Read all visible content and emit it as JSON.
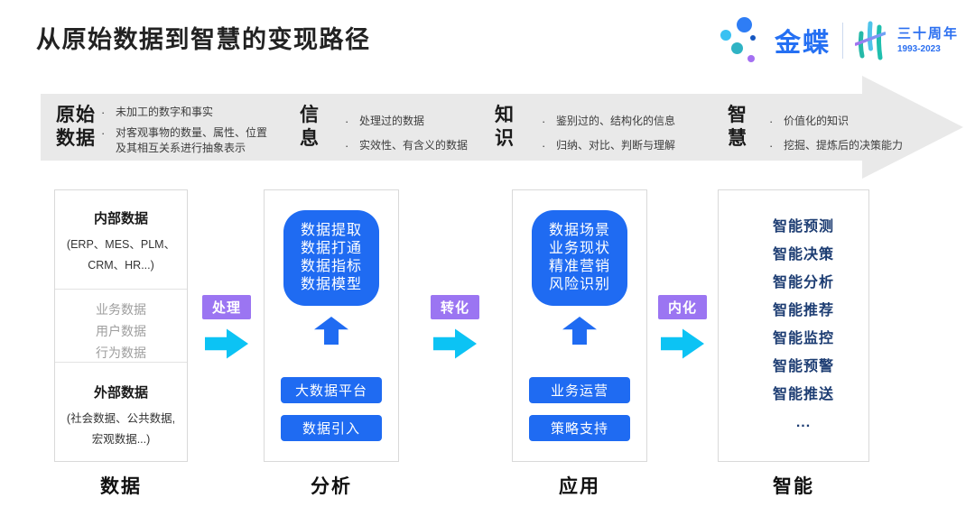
{
  "page": {
    "title": "从原始数据到智慧的变现路径"
  },
  "logo": {
    "brand": "金蝶",
    "anniversary": "三十周年",
    "years": "1993-2023"
  },
  "ui": {
    "bullet": "·"
  },
  "banner": {
    "stages": [
      {
        "l1": "原始",
        "l2": "数据",
        "bullets": [
          "未加工的数字和事实",
          "对客观事物的数量、属性、位置及其相互关系进行抽象表示"
        ]
      },
      {
        "l1": "信",
        "l2": "息",
        "bullets": [
          "处理过的数据",
          "实效性、有含义的数据"
        ]
      },
      {
        "l1": "知",
        "l2": "识",
        "bullets": [
          "鉴别过的、结构化的信息",
          "归纳、对比、判断与理解"
        ]
      },
      {
        "l1": "智",
        "l2": "慧",
        "bullets": [
          "价值化的知识",
          "挖掘、提炼后的决策能力"
        ]
      }
    ]
  },
  "connectors": [
    {
      "label": "处理"
    },
    {
      "label": "转化"
    },
    {
      "label": "内化"
    }
  ],
  "columns": {
    "data": {
      "footer": "数据",
      "internal": {
        "title": "内部数据",
        "subtitle": "(ERP、MES、PLM、CRM、HR...)"
      },
      "middle": {
        "items": [
          "业务数据",
          "用户数据",
          "行为数据"
        ]
      },
      "external": {
        "title": "外部数据",
        "subtitle": "(社会数据、公共数据, 宏观数据...)"
      }
    },
    "analysis": {
      "footer": "分析",
      "panel_lines": [
        "数据提取",
        "数据打通",
        "数据指标",
        "数据模型"
      ],
      "buttons": [
        "大数据平台",
        "数据引入"
      ]
    },
    "application": {
      "footer": "应用",
      "panel_lines": [
        "数据场景",
        "业务现状",
        "精准营销",
        "风险识别"
      ],
      "buttons": [
        "业务运营",
        "策略支持"
      ]
    },
    "intelligence": {
      "footer": "智能",
      "items": [
        "智能预测",
        "智能决策",
        "智能分析",
        "智能推荐",
        "智能监控",
        "智能预警",
        "智能推送",
        "..."
      ]
    }
  },
  "colors": {
    "accent_blue": "#1f6bf2",
    "cyan_arrow": "#0cc3f4",
    "purple_label": "#9b75f2",
    "navy_text": "#1c3c72",
    "banner_gray": "#e9e9e9",
    "brand_blue": "#2570f3"
  }
}
